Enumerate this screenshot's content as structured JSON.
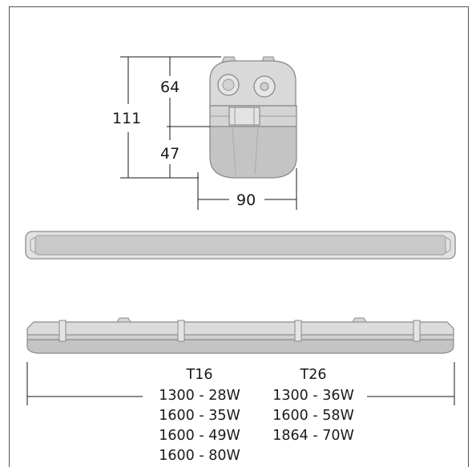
{
  "dimensions": {
    "total_height": "111",
    "upper_height": "64",
    "lower_height": "47",
    "width": "90"
  },
  "specs": {
    "t16": {
      "heading": "T16",
      "rows": [
        "1300 - 28W",
        "1600 - 35W",
        "1600 - 49W",
        "1600 - 80W"
      ]
    },
    "t26": {
      "heading": "T26",
      "rows": [
        "1300 - 36W",
        "1600 - 58W",
        "1864 - 70W"
      ]
    }
  },
  "colors": {
    "line": "#1a1a1a",
    "frame": "#555555",
    "body_fill": "#d9d9d9",
    "diffuser_fill": "#c4c4c4",
    "outline": "#8a8a8a"
  }
}
